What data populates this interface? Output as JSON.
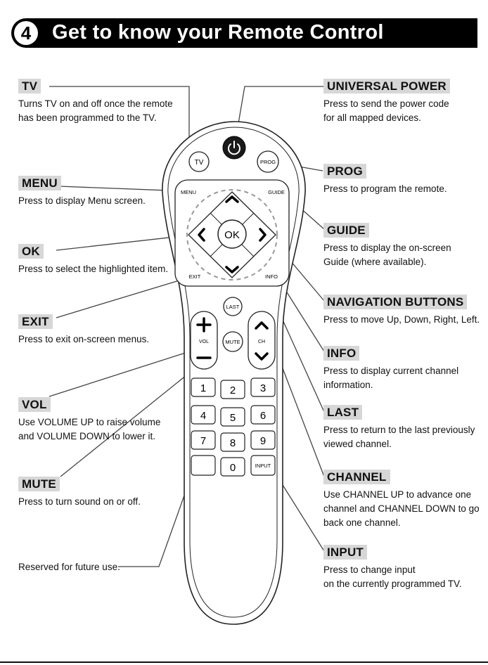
{
  "header": {
    "number": "4",
    "title": "Get to know your Remote Control"
  },
  "annotations": {
    "tv": {
      "title": "TV",
      "desc": "Turns TV on and off once the remote\nhas been programmed to the TV."
    },
    "menu": {
      "title": "MENU",
      "desc": "Press to display Menu screen."
    },
    "ok": {
      "title": "OK",
      "desc": "Press to select the highlighted item."
    },
    "exit": {
      "title": "EXIT",
      "desc": "Press to exit on-screen menus."
    },
    "vol": {
      "title": "VOL",
      "desc": "Use VOLUME UP to raise volume\nand VOLUME DOWN to lower it."
    },
    "mute": {
      "title": "MUTE",
      "desc": "Press to turn sound on or off."
    },
    "reserved": {
      "desc": "Reserved for future use."
    },
    "universal_power": {
      "title": "UNIVERSAL POWER",
      "desc": "Press to send the power code\nfor all mapped devices."
    },
    "prog": {
      "title": "PROG",
      "desc": "Press to program the remote."
    },
    "guide": {
      "title": "GUIDE",
      "desc": "Press to display the on-screen\nGuide (where available)."
    },
    "navigation": {
      "title": "NAVIGATION BUTTONS",
      "desc": "Press to move Up, Down, Right, Left."
    },
    "info": {
      "title": "INFO",
      "desc": "Press to display current channel\ninformation."
    },
    "last": {
      "title": "LAST",
      "desc": "Press to return to the last previously\nviewed channel."
    },
    "channel": {
      "title": "CHANNEL",
      "desc": "Use CHANNEL UP to advance one\nchannel and CHANNEL DOWN to go\nback one channel."
    },
    "input": {
      "title": "INPUT",
      "desc": "Press to change input\non the currently programmed TV."
    }
  },
  "remote": {
    "tv_label": "TV",
    "prog_label": "PROG",
    "menu_label": "MENU",
    "guide_label": "GUIDE",
    "exit_label": "EXIT",
    "info_label": "INFO",
    "ok_label": "OK",
    "last_label": "LAST",
    "vol_label": "VOL",
    "mute_label": "MUTE",
    "ch_label": "CH",
    "keys": [
      "1",
      "2",
      "3",
      "4",
      "5",
      "6",
      "7",
      "8",
      "9",
      "0"
    ],
    "input_label": "INPUT"
  }
}
